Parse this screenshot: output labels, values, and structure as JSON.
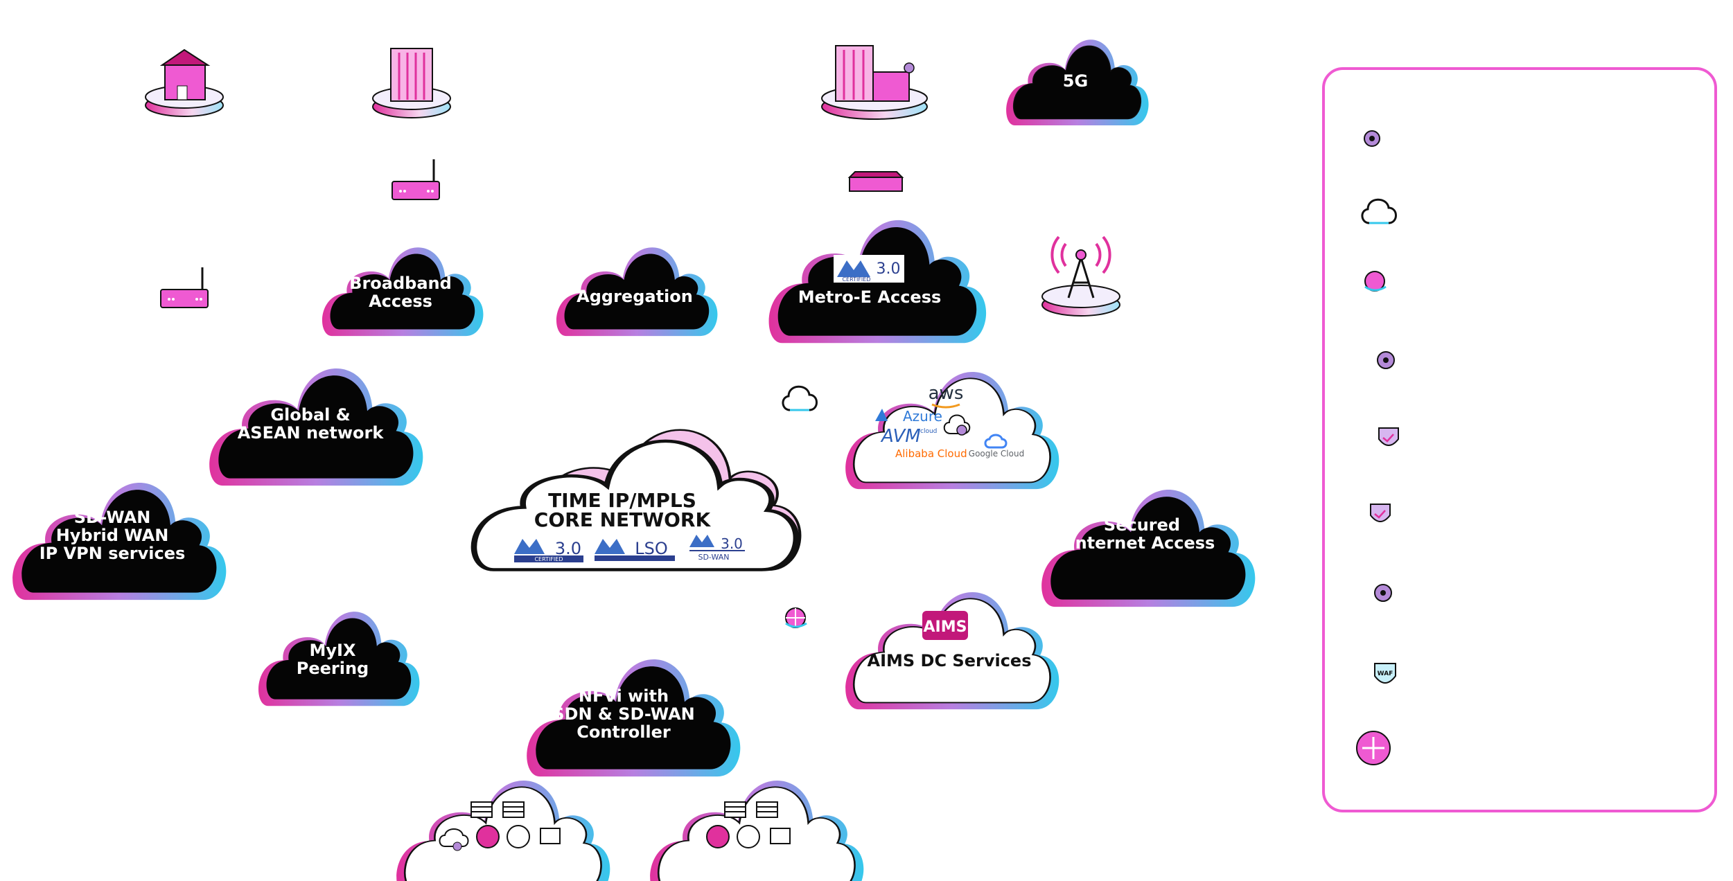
{
  "colors": {
    "pink": "#e0319d",
    "magenta": "#ef5ad2",
    "cyan": "#35c8ec",
    "purple": "#7a58b8",
    "cloud_fill": "#050505",
    "core_fill": "#ffffff"
  },
  "clouds": {
    "fiveg": [
      "5G"
    ],
    "broadband": [
      "Broadband",
      "Access"
    ],
    "aggregation": [
      "Aggregation"
    ],
    "metro_e": [
      "Metro-E Access"
    ],
    "global": [
      "Global &",
      "ASEAN network"
    ],
    "sdwan": [
      "SD-WAN",
      "Hybrid WAN",
      "IP VPN services"
    ],
    "secured": [
      "Secured",
      "Internet Access"
    ],
    "myix": [
      "MyIX",
      "Peering"
    ],
    "nfvi": [
      "NFVi with",
      "SDN & SD-WAN",
      "Controller"
    ],
    "aims": "AIMS DC Services"
  },
  "core": {
    "title": [
      "TIME IP/MPLS",
      "CORE NETWORK"
    ],
    "badges": [
      "3.0",
      "CERTIFIED",
      "LSO",
      "3.0",
      "SD-WAN"
    ]
  },
  "badges": {
    "metro": [
      "3.0",
      "CERTIFIED"
    ],
    "aims": "AIMS",
    "waf": "WAF"
  },
  "cloud_providers": [
    "aws",
    "Azure",
    "AVM",
    "cloud",
    "Alibaba Cloud",
    "Google Cloud"
  ],
  "icons": {
    "sites": [
      "house-icon",
      "office-building-icon",
      "business-park-icon"
    ],
    "devices": [
      "router-icon",
      "modem-icon",
      "cell-tower-icon"
    ],
    "legend": [
      "gear-cloud-icon",
      "cloud-sync-icon",
      "globe-cloud-icon",
      "gear-icon",
      "shield-check-icon",
      "shield-check-icon",
      "gear-icon",
      "waf-shield-icon",
      "router-arrows-icon"
    ]
  }
}
